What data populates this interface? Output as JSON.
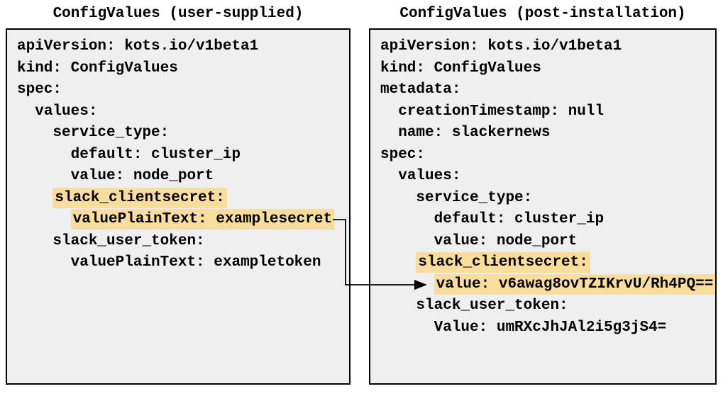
{
  "left_panel": {
    "title": "ConfigValues (user-supplied)",
    "lines": [
      {
        "indent": 0,
        "text": "apiVersion: kots.io/v1beta1",
        "highlight": false
      },
      {
        "indent": 0,
        "text": "kind: ConfigValues",
        "highlight": false
      },
      {
        "indent": 0,
        "text": "spec:",
        "highlight": false
      },
      {
        "indent": 2,
        "text": "values:",
        "highlight": false
      },
      {
        "indent": 4,
        "text": "service_type:",
        "highlight": false
      },
      {
        "indent": 6,
        "text": "default: cluster_ip",
        "highlight": false
      },
      {
        "indent": 6,
        "text": "value: node_port",
        "highlight": false
      },
      {
        "indent": 4,
        "text": "slack_clientsecret:",
        "highlight": true
      },
      {
        "indent": 6,
        "text": "valuePlainText: examplesecret",
        "highlight": true
      },
      {
        "indent": 4,
        "text": "slack_user_token:",
        "highlight": false
      },
      {
        "indent": 6,
        "text": "valuePlainText: exampletoken",
        "highlight": false
      }
    ]
  },
  "right_panel": {
    "title": "ConfigValues (post-installation)",
    "lines": [
      {
        "indent": 0,
        "text": "apiVersion: kots.io/v1beta1",
        "highlight": false
      },
      {
        "indent": 0,
        "text": "kind: ConfigValues",
        "highlight": false
      },
      {
        "indent": 0,
        "text": "metadata:",
        "highlight": false
      },
      {
        "indent": 2,
        "text": "creationTimestamp: null",
        "highlight": false
      },
      {
        "indent": 2,
        "text": "name: slackernews",
        "highlight": false
      },
      {
        "indent": 0,
        "text": "spec:",
        "highlight": false
      },
      {
        "indent": 2,
        "text": "values:",
        "highlight": false
      },
      {
        "indent": 4,
        "text": "service_type:",
        "highlight": false
      },
      {
        "indent": 6,
        "text": "default: cluster_ip",
        "highlight": false
      },
      {
        "indent": 6,
        "text": "value: node_port",
        "highlight": false
      },
      {
        "indent": 4,
        "text": "slack_clientsecret:",
        "highlight": true
      },
      {
        "indent": 6,
        "text": "value: v6awag8ovTZIKrvU/Rh4PQ==",
        "highlight": true
      },
      {
        "indent": 4,
        "text": "slack_user_token:",
        "highlight": false
      },
      {
        "indent": 6,
        "text": "Value: umRXcJhJAl2i5g3jS4=",
        "highlight": false
      }
    ]
  },
  "arrow": {
    "from_text": "valuePlainText: examplesecret",
    "to_text": "value: v6awag8ovTZIKrvU/Rh4PQ==",
    "color": "#000000"
  },
  "colors": {
    "highlight": "#f9dd9c",
    "panel_background": "#efefef",
    "panel_border": "#000000"
  }
}
